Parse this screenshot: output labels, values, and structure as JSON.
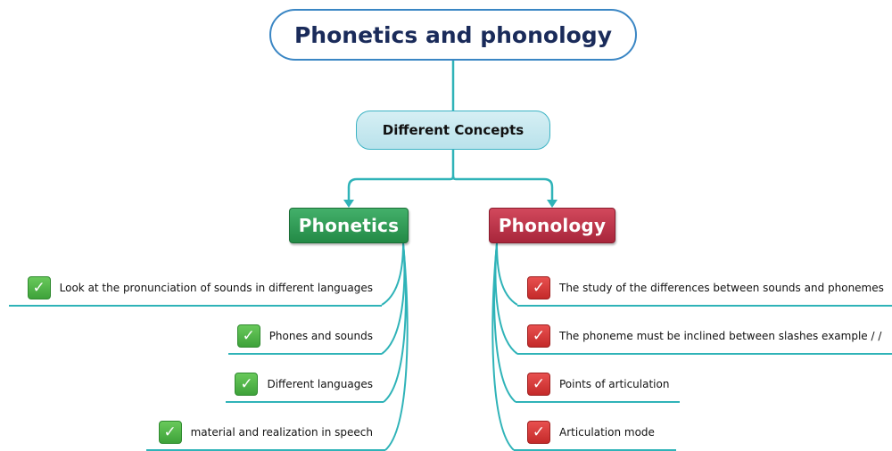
{
  "title": "Phonetics and phonology",
  "concepts": "Different Concepts",
  "branches": {
    "phonetics": {
      "label": "Phonetics",
      "items": [
        "Look at the pronunciation of sounds in different languages",
        "Phones and sounds",
        "Different languages",
        "material and realization in speech"
      ]
    },
    "phonology": {
      "label": "Phonology",
      "items": [
        "The study of the differences between sounds and phonemes",
        "The phoneme must be inclined between slashes example / /",
        "Points of articulation",
        "Articulation mode"
      ]
    }
  },
  "icons": {
    "check": "✓",
    "item_icon": "check-icon"
  },
  "colors": {
    "connector": "#2fb3b8",
    "title_border": "#3a86c4",
    "phonetics": "#2e9a52",
    "phonology": "#b5314a",
    "check_green": "#4fb545",
    "check_red": "#d83a3a"
  }
}
